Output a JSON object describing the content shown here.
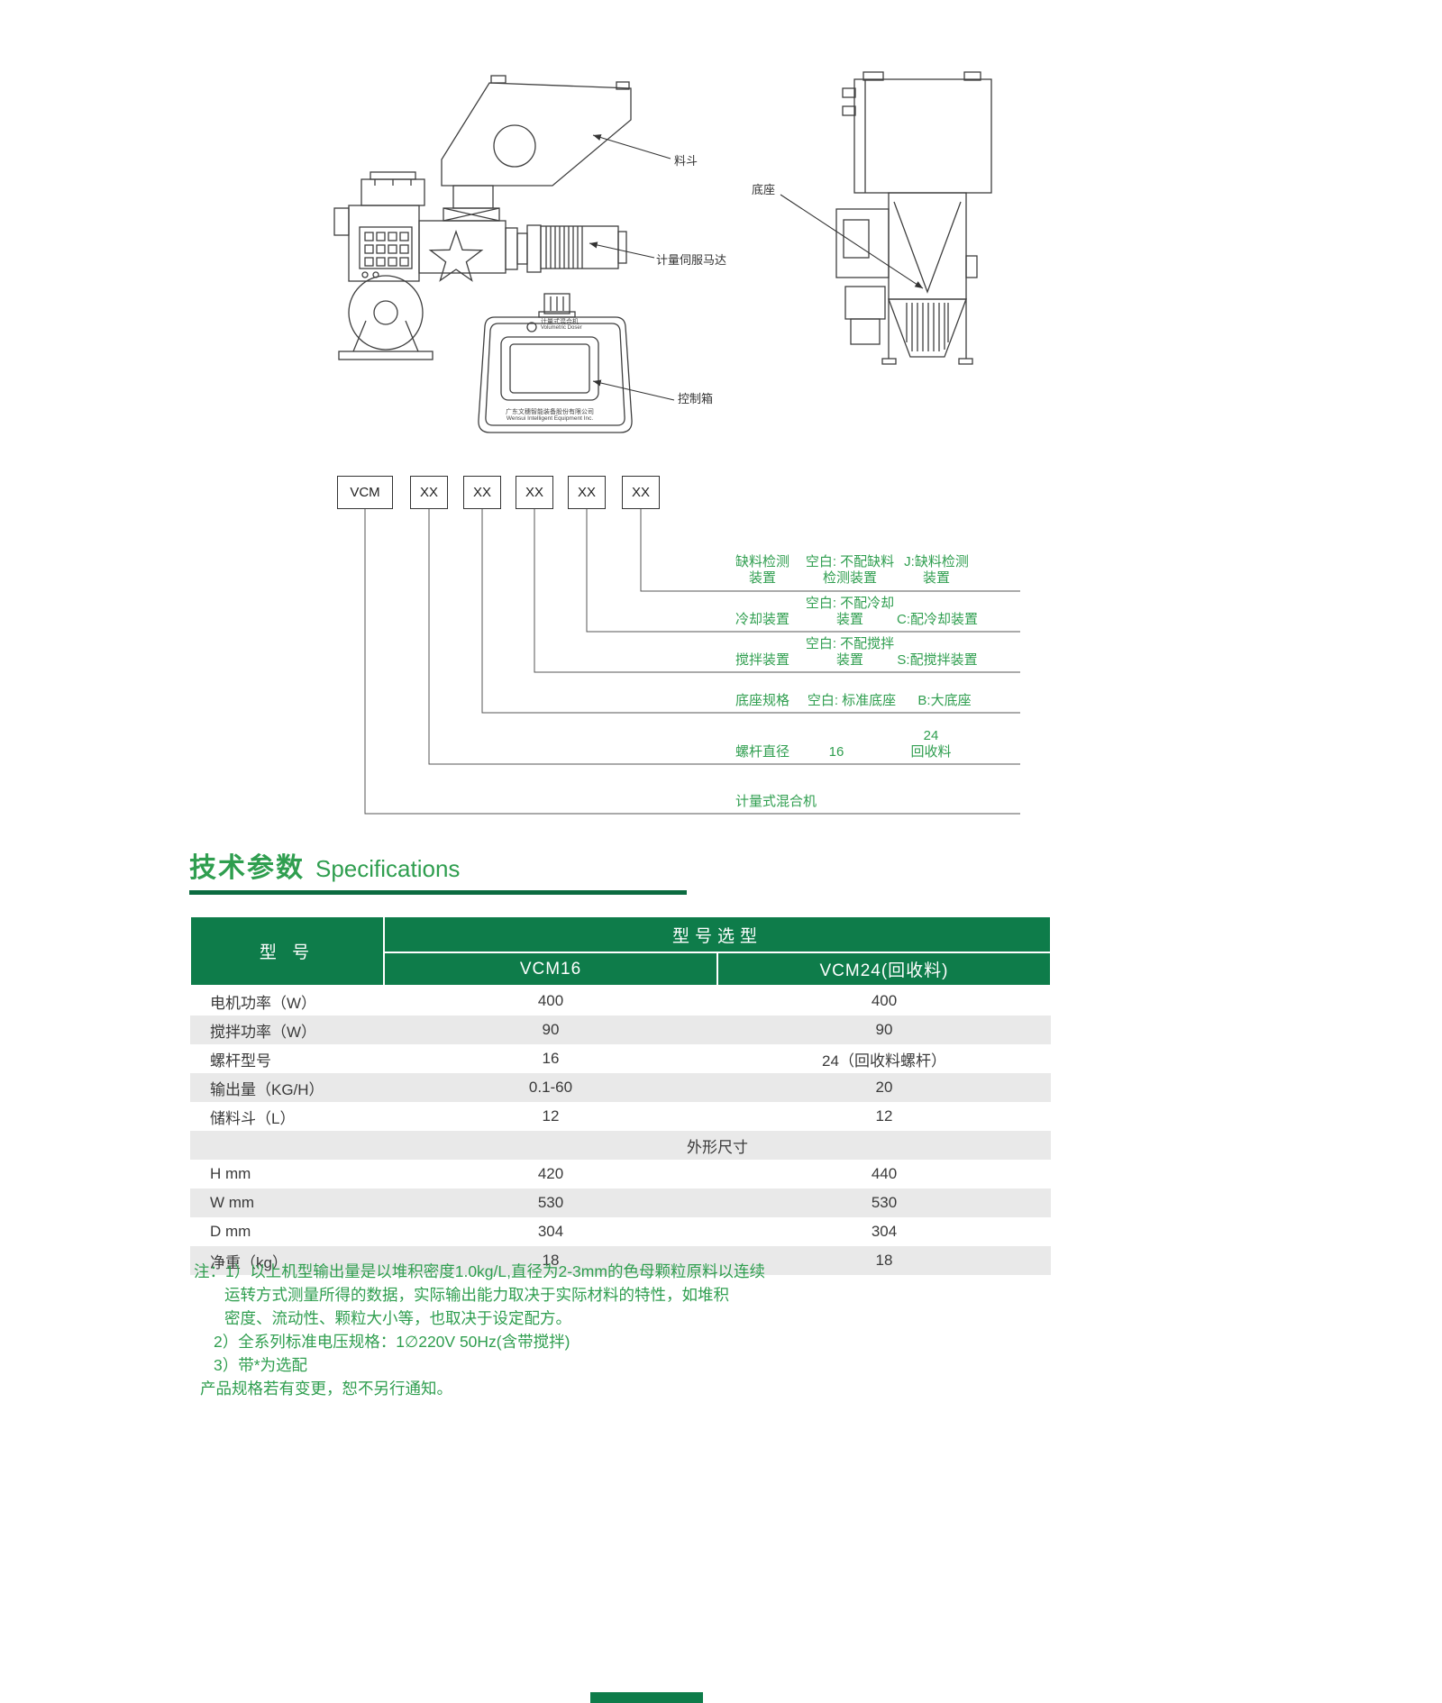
{
  "drawings": {
    "labels": {
      "hopper": "料斗",
      "base": "底座",
      "servo_motor": "计量伺服马达",
      "control_box": "控制箱"
    },
    "control_box": {
      "top_title_cn": "计量式混合机",
      "top_title_en": "Volumetric Doser",
      "brand_cn": "广东文穗智能装备股份有限公司",
      "brand_en": "Wensui Intelligent Equipment Inc."
    }
  },
  "model_code": {
    "boxes": [
      "VCM",
      "XX",
      "XX",
      "XX",
      "XX",
      "XX"
    ],
    "rows": [
      {
        "label": "缺料检测\n装置",
        "opt1": "空白: 不配缺料\n检测装置",
        "opt2": "J:缺料检测\n装置"
      },
      {
        "label": "冷却装置",
        "opt1": "空白: 不配冷却\n装置",
        "opt2": "C:配冷却装置"
      },
      {
        "label": "搅拌装置",
        "opt1": "空白: 不配搅拌\n装置",
        "opt2": "S:配搅拌装置"
      },
      {
        "label": "底座规格",
        "opt1": "空白: 标准底座",
        "opt2": "B:大底座"
      },
      {
        "label": "螺杆直径",
        "opt1": "16",
        "opt2": "24\n回收料"
      },
      {
        "label": "计量式混合机",
        "opt1": "",
        "opt2": ""
      }
    ]
  },
  "specs": {
    "heading_cn": "技术参数",
    "heading_en": "Specifications",
    "table": {
      "model_header": "型 号",
      "selection_header": "型号选型",
      "columns": [
        "VCM16",
        "VCM24(回收料)"
      ],
      "rows": [
        {
          "name": "电机功率（W）",
          "v1": "400",
          "v2": "400"
        },
        {
          "name": "搅拌功率（W）",
          "v1": "90",
          "v2": "90"
        },
        {
          "name": "螺杆型号",
          "v1": "16",
          "v2": "24（回收料螺杆）"
        },
        {
          "name": "输出量（KG/H）",
          "v1": "0.1-60",
          "v2": "20"
        },
        {
          "name": "储料斗（L）",
          "v1": "12",
          "v2": "12"
        }
      ],
      "dimensions_header": "外形尺寸",
      "dimension_rows": [
        {
          "name": "H mm",
          "v1": "420",
          "v2": "440"
        },
        {
          "name": "W mm",
          "v1": "530",
          "v2": "530"
        },
        {
          "name": "D mm",
          "v1": "304",
          "v2": "304"
        },
        {
          "name": "净重（kg）",
          "v1": "18",
          "v2": "18"
        }
      ]
    }
  },
  "notes": {
    "lines": [
      "注：1）以上机型输出量是以堆积密度1.0kg/L,直径为2-3mm的色母颗粒原料以连续",
      "运转方式测量所得的数据，实际输出能力取决于实际材料的特性，如堆积",
      "密度、流动性、颗粒大小等，也取决于设定配方。",
      "2）全系列标准电压规格：1∅220V 50Hz(含带搅拌)",
      "3）带*为选配",
      "产品规格若有变更，恕不另行通知。"
    ]
  },
  "colors": {
    "green_dark": "#0e7c4a",
    "green_text": "#2f9e4f"
  }
}
